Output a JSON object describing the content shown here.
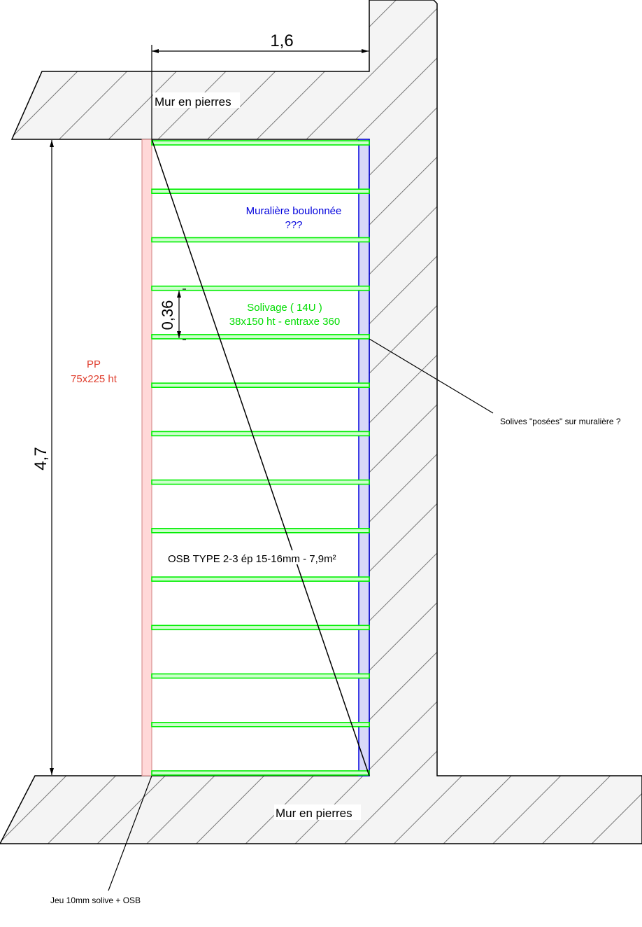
{
  "title": "Plan solivage",
  "walls": {
    "top_label": "Mur en pierres",
    "bottom_label": "Mur en pierres"
  },
  "dimensions": {
    "width": "1,6",
    "height": "4,7",
    "spacing": "0,36"
  },
  "muraliere": {
    "line1": "Muralière boulonnée",
    "line2": "???"
  },
  "solivage": {
    "line1": "Solivage ( 14U )",
    "line2": "38x150 ht - entraxe 360",
    "count": 14
  },
  "pp": {
    "line1": "PP",
    "line2": "75x225 ht"
  },
  "osb": "OSB TYPE 2-3 ép 15-16mm - 7,9m²",
  "notes": {
    "solives": "Solives \"posées\" sur muralière ?",
    "jeu": "Jeu 10mm solive + OSB"
  },
  "colors": {
    "joist": "#00ee00",
    "joist_fill": "#ccffcc",
    "pp": "#e04030",
    "muraliere": "#0000dd",
    "wall_fill": "#f4f4f4"
  }
}
